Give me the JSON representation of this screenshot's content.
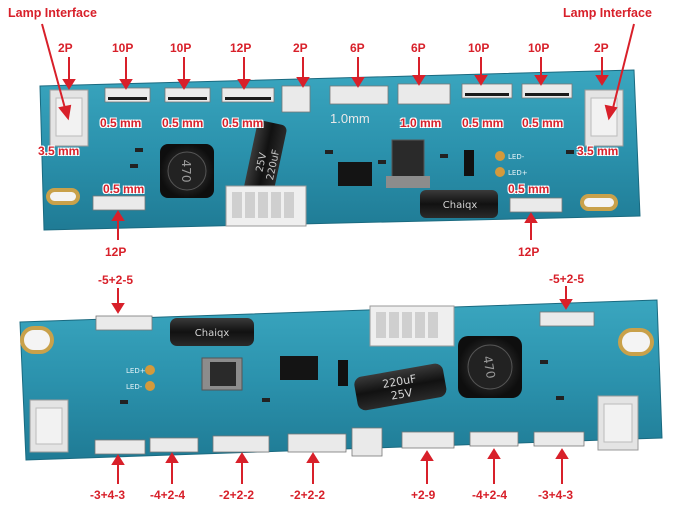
{
  "colors": {
    "pcb": "#2b95b0",
    "pcb_dark": "#1f7d98",
    "label": "#d8202a",
    "pad": "#d49a3c"
  },
  "top_board": {
    "lamp_left": "Lamp Interface",
    "lamp_right": "Lamp Interface",
    "pins_top": [
      "2P",
      "10P",
      "10P",
      "12P",
      "2P",
      "6P",
      "6P",
      "10P",
      "10P",
      "2P"
    ],
    "pitch": [
      "0.5 mm",
      "0.5 mm",
      "0.5 mm",
      "1.0 mm",
      "0.5 mm",
      "0.5 mm"
    ],
    "pitch_6p": "1.0mm",
    "pitch_left": "3.5 mm",
    "pitch_right": "3.5 mm",
    "bottom_left_pitch": "0.5 mm",
    "bottom_right_pitch": "0.5 mm",
    "bottom_left_pins": "12P",
    "bottom_right_pins": "12P",
    "silk": {
      "inductor": "470",
      "cap": "25V",
      "cap2": "220uF",
      "brand": "Chaiqx",
      "led_minus": "LED-",
      "led_plus": "LED+"
    }
  },
  "bottom_board": {
    "top_left": "-5+2-5",
    "top_right": "-5+2-5",
    "bottom_labels": [
      "-3+4-3",
      "-4+2-4",
      "-2+2-2",
      "-2+2-2",
      "+2-9",
      "-4+2-4",
      "-3+4-3"
    ],
    "silk": {
      "inductor": "470",
      "cap2": "220uF",
      "cap": "25V",
      "brand": "Chaiqx",
      "led_minus": "LED-",
      "led_plus": "LED+"
    }
  }
}
